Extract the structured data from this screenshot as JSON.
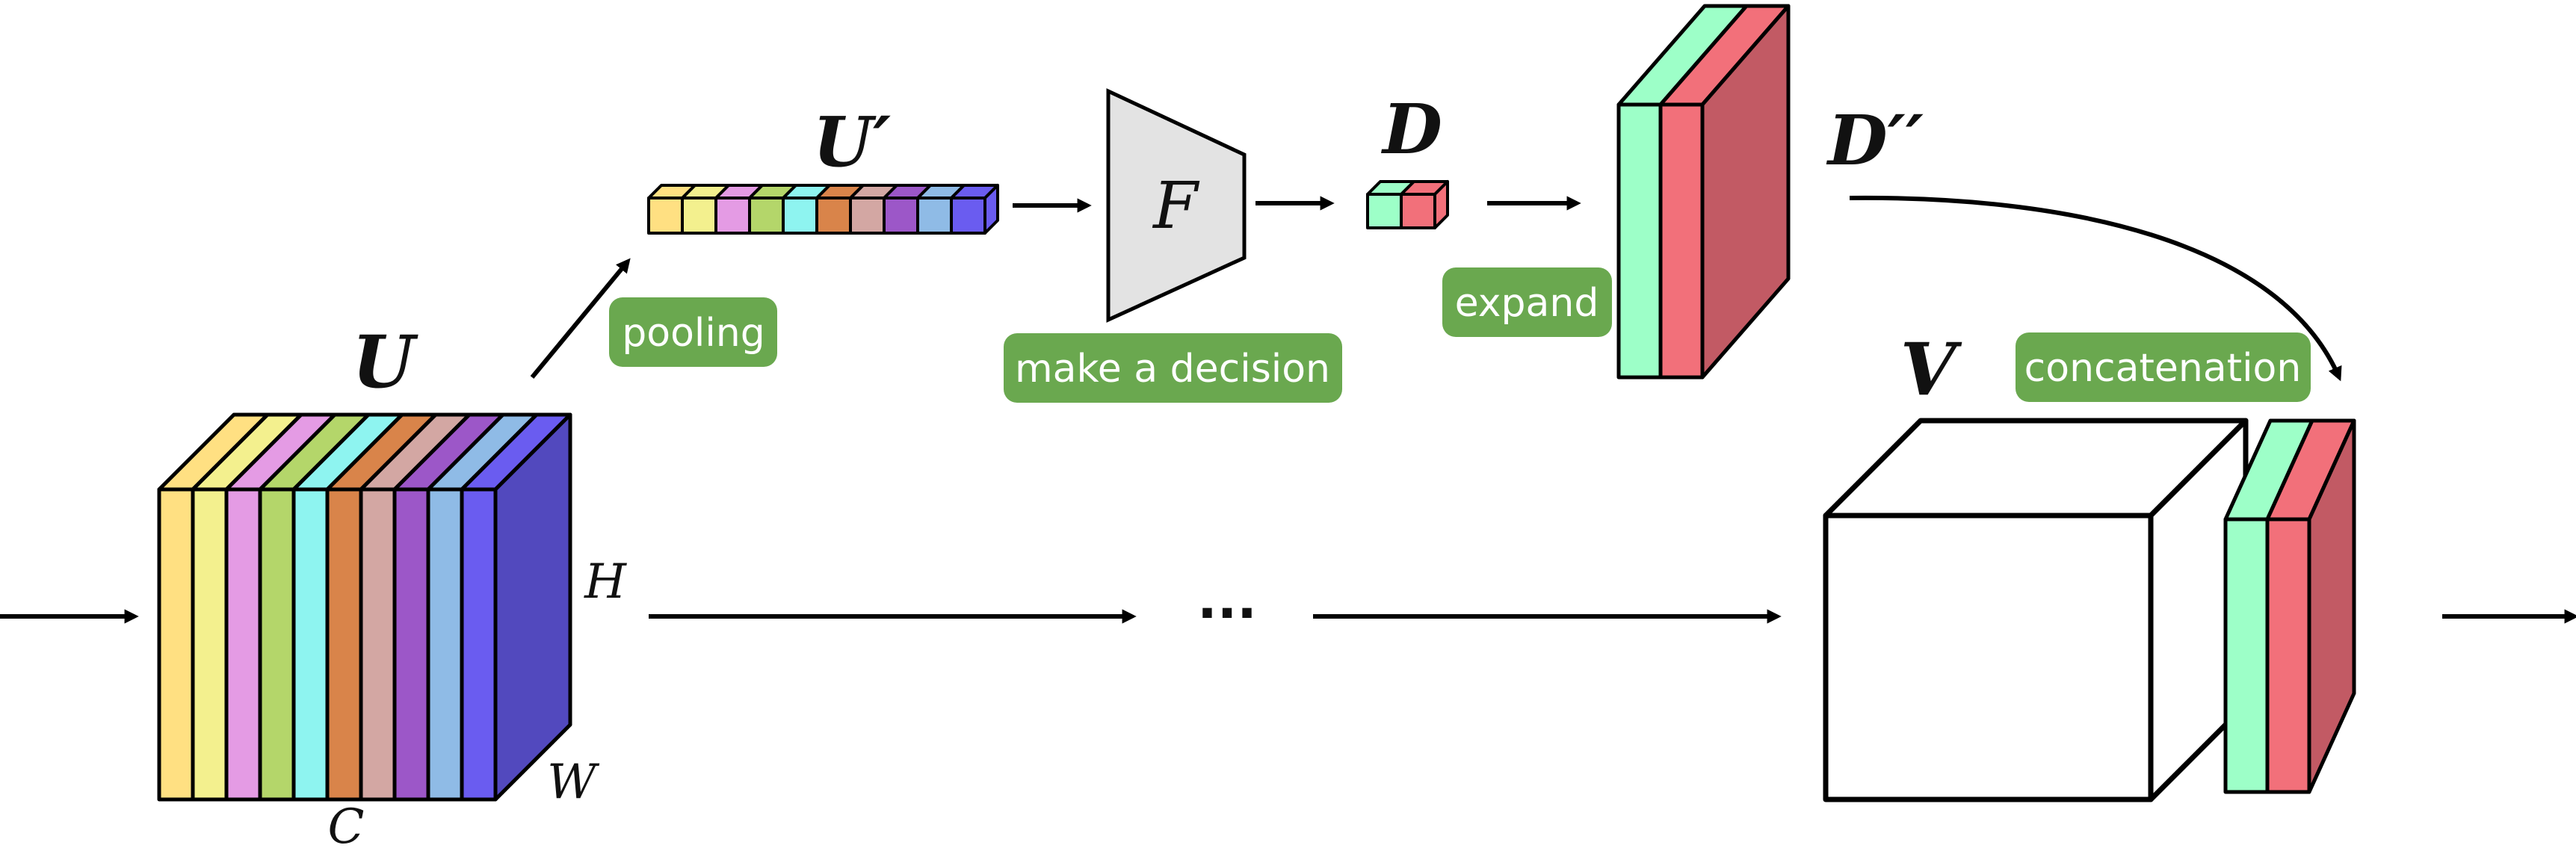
{
  "labels": {
    "U": "U",
    "U_prime": "U′",
    "F": "F",
    "D": "D",
    "D_double_prime": "D′′",
    "V": "V",
    "H": "H",
    "W": "W",
    "C": "C",
    "ellipsis": "···"
  },
  "tags": {
    "pooling": "pooling",
    "decision": "make a decision",
    "expand": "expand",
    "concatenation": "concatenation"
  },
  "colors": {
    "tag_bg": "#6aa84f",
    "channels": [
      "#ffe082",
      "#f3f08e",
      "#e49be4",
      "#b4d66a",
      "#8ef4f0",
      "#d9844a",
      "#d3a7a3",
      "#9c57c8",
      "#8fbbe6",
      "#6a5cf0"
    ],
    "u_side": "#5249be",
    "green": "#9dffc8",
    "red": "#f2707a",
    "red_side": "#c25a64",
    "F_fill": "#e3e3e3"
  }
}
